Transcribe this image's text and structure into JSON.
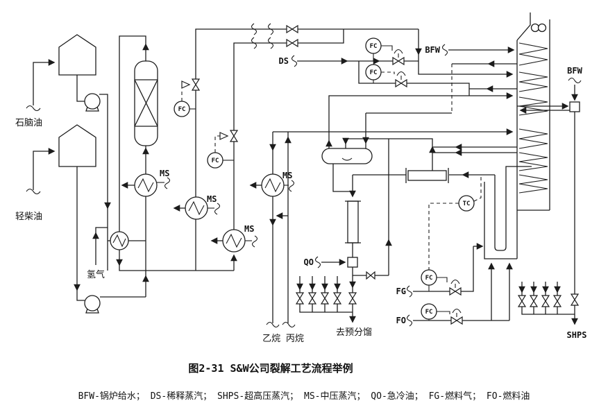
{
  "caption": "图2-31  S&W公司裂解工艺流程举例",
  "legend": "BFW-锅炉给水； DS-稀释蒸汽； SHPS-超高压蒸汽； MS-中压蒸汽； QO-急冷油； FG-燃料气； FO-燃料油",
  "labels": {
    "naphtha": "石脑油",
    "light_diesel": "轻柴油",
    "hydrogen": "氢气",
    "ds": "DS",
    "bfw": "BFW",
    "qo": "QO",
    "fg": "FG",
    "fo": "FO",
    "shps": "SHPS",
    "ethane_propane": "乙烷 丙烷",
    "to_prefractionator": "去预分馏",
    "ms": "MS",
    "fc": "FC",
    "tc": "TC"
  },
  "colors": {
    "ink": "#1c1c1c",
    "paper": "#ffffff"
  }
}
